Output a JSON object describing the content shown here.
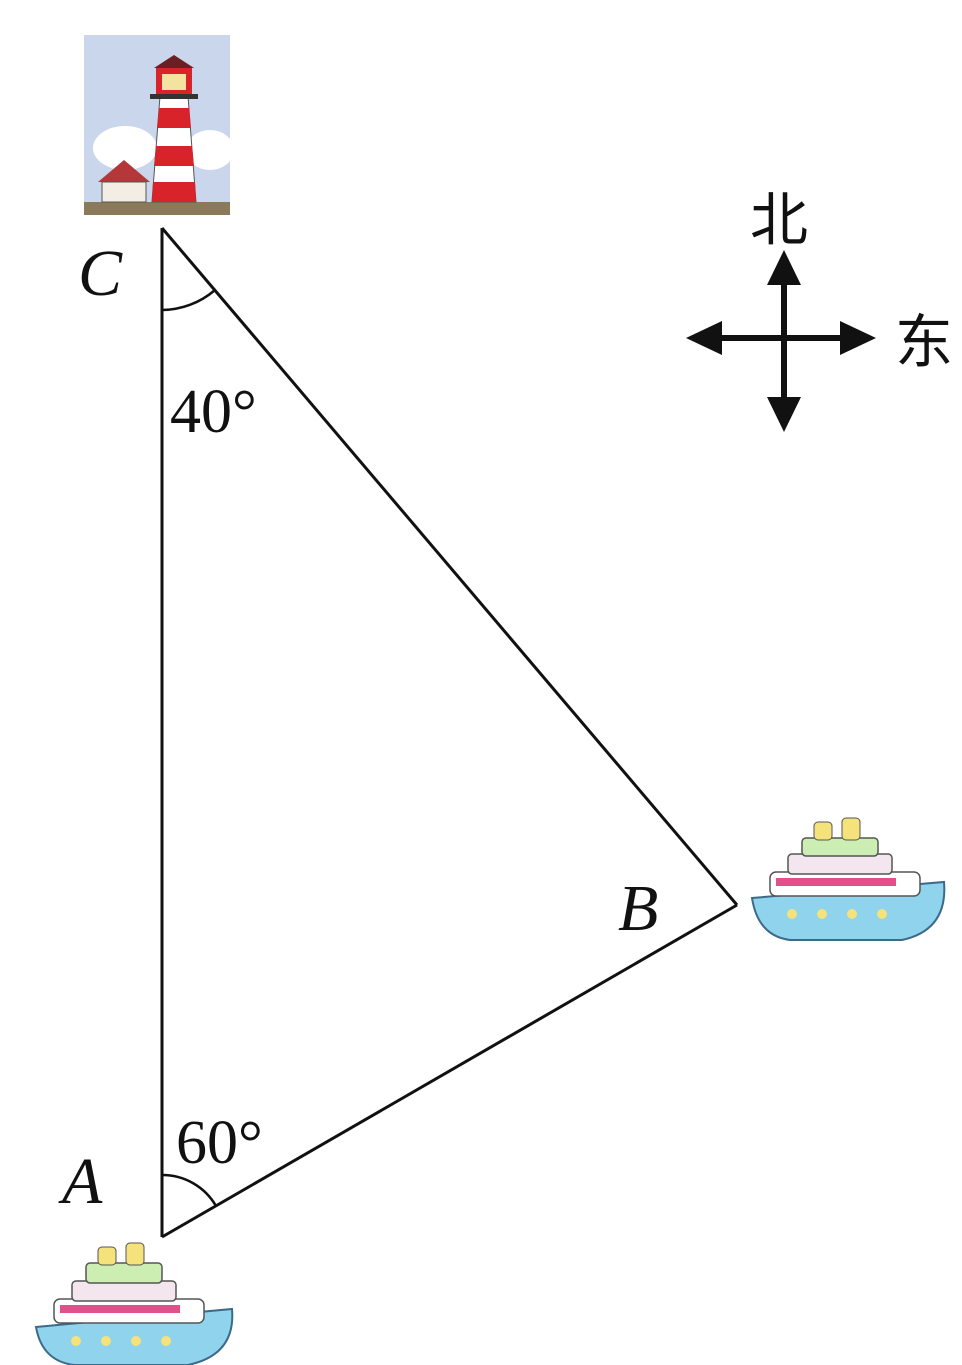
{
  "diagram": {
    "points": {
      "a": "A",
      "b": "B",
      "c": "C"
    },
    "angles": {
      "at_c": "40°",
      "at_a": "60°"
    },
    "compass": {
      "north": "北",
      "east": "东"
    },
    "icons": {
      "lighthouse": "lighthouse-icon",
      "ship": "ship-icon"
    },
    "colors": {
      "line": "#111111",
      "ship_hull": "#8fd3ec",
      "lighthouse_red": "#d8232a",
      "sky": "#c9d6ec"
    }
  }
}
